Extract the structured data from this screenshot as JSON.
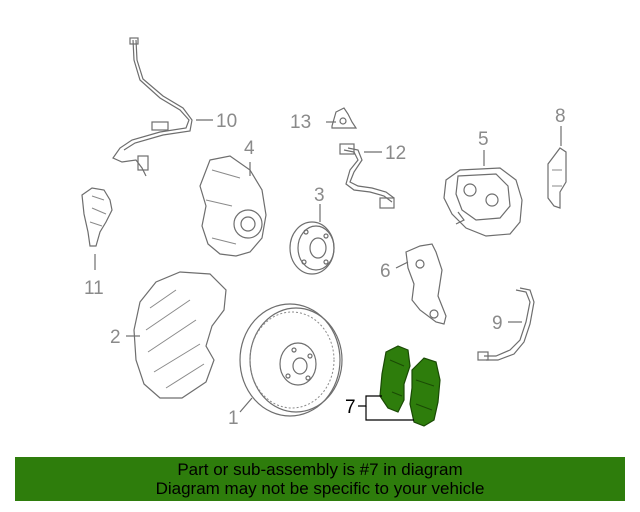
{
  "callouts": [
    {
      "id": "1",
      "label": "1"
    },
    {
      "id": "2",
      "label": "2"
    },
    {
      "id": "3",
      "label": "3"
    },
    {
      "id": "4",
      "label": "4"
    },
    {
      "id": "5",
      "label": "5"
    },
    {
      "id": "6",
      "label": "6"
    },
    {
      "id": "7",
      "label": "7",
      "highlighted": true
    },
    {
      "id": "8",
      "label": "8"
    },
    {
      "id": "9",
      "label": "9"
    },
    {
      "id": "10",
      "label": "10"
    },
    {
      "id": "11",
      "label": "11"
    },
    {
      "id": "12",
      "label": "12"
    },
    {
      "id": "13",
      "label": "13"
    }
  ],
  "banner": {
    "line1": "Part or sub-assembly is #7 in diagram",
    "line2": "Diagram may not be specific to your vehicle"
  },
  "colors": {
    "highlight": "#2e7d0c",
    "banner_bg": "#2e7d0c",
    "line_art": "#6e6e6e"
  }
}
